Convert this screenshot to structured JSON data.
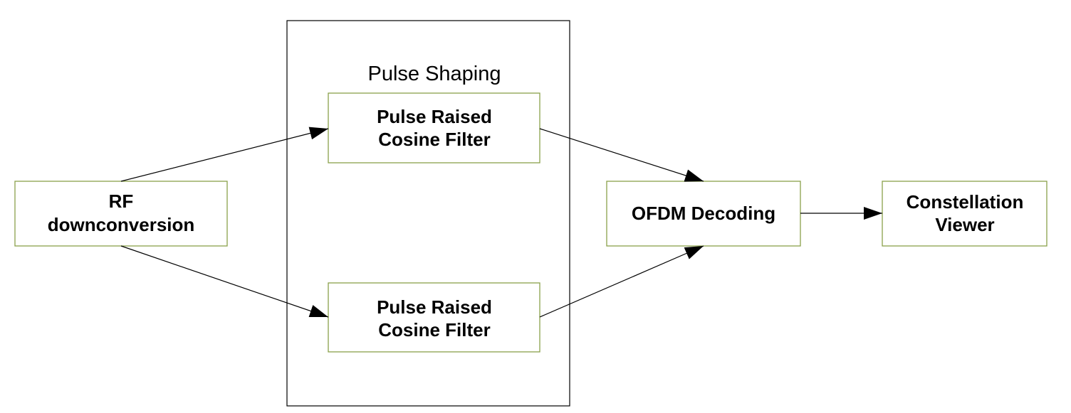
{
  "colors": {
    "block_border": "#8aa04a",
    "group_border": "#000000",
    "connector": "#000000",
    "background": "#ffffff"
  },
  "group": {
    "title": "Pulse Shaping"
  },
  "blocks": {
    "rf": {
      "line1": "RF",
      "line2": "downconversion"
    },
    "filter_top": {
      "line1": "Pulse Raised",
      "line2": "Cosine Filter"
    },
    "filter_bottom": {
      "line1": "Pulse Raised",
      "line2": "Cosine Filter"
    },
    "ofdm": {
      "line1": "OFDM Decoding"
    },
    "constellation": {
      "line1": "Constellation",
      "line2": "Viewer"
    }
  }
}
